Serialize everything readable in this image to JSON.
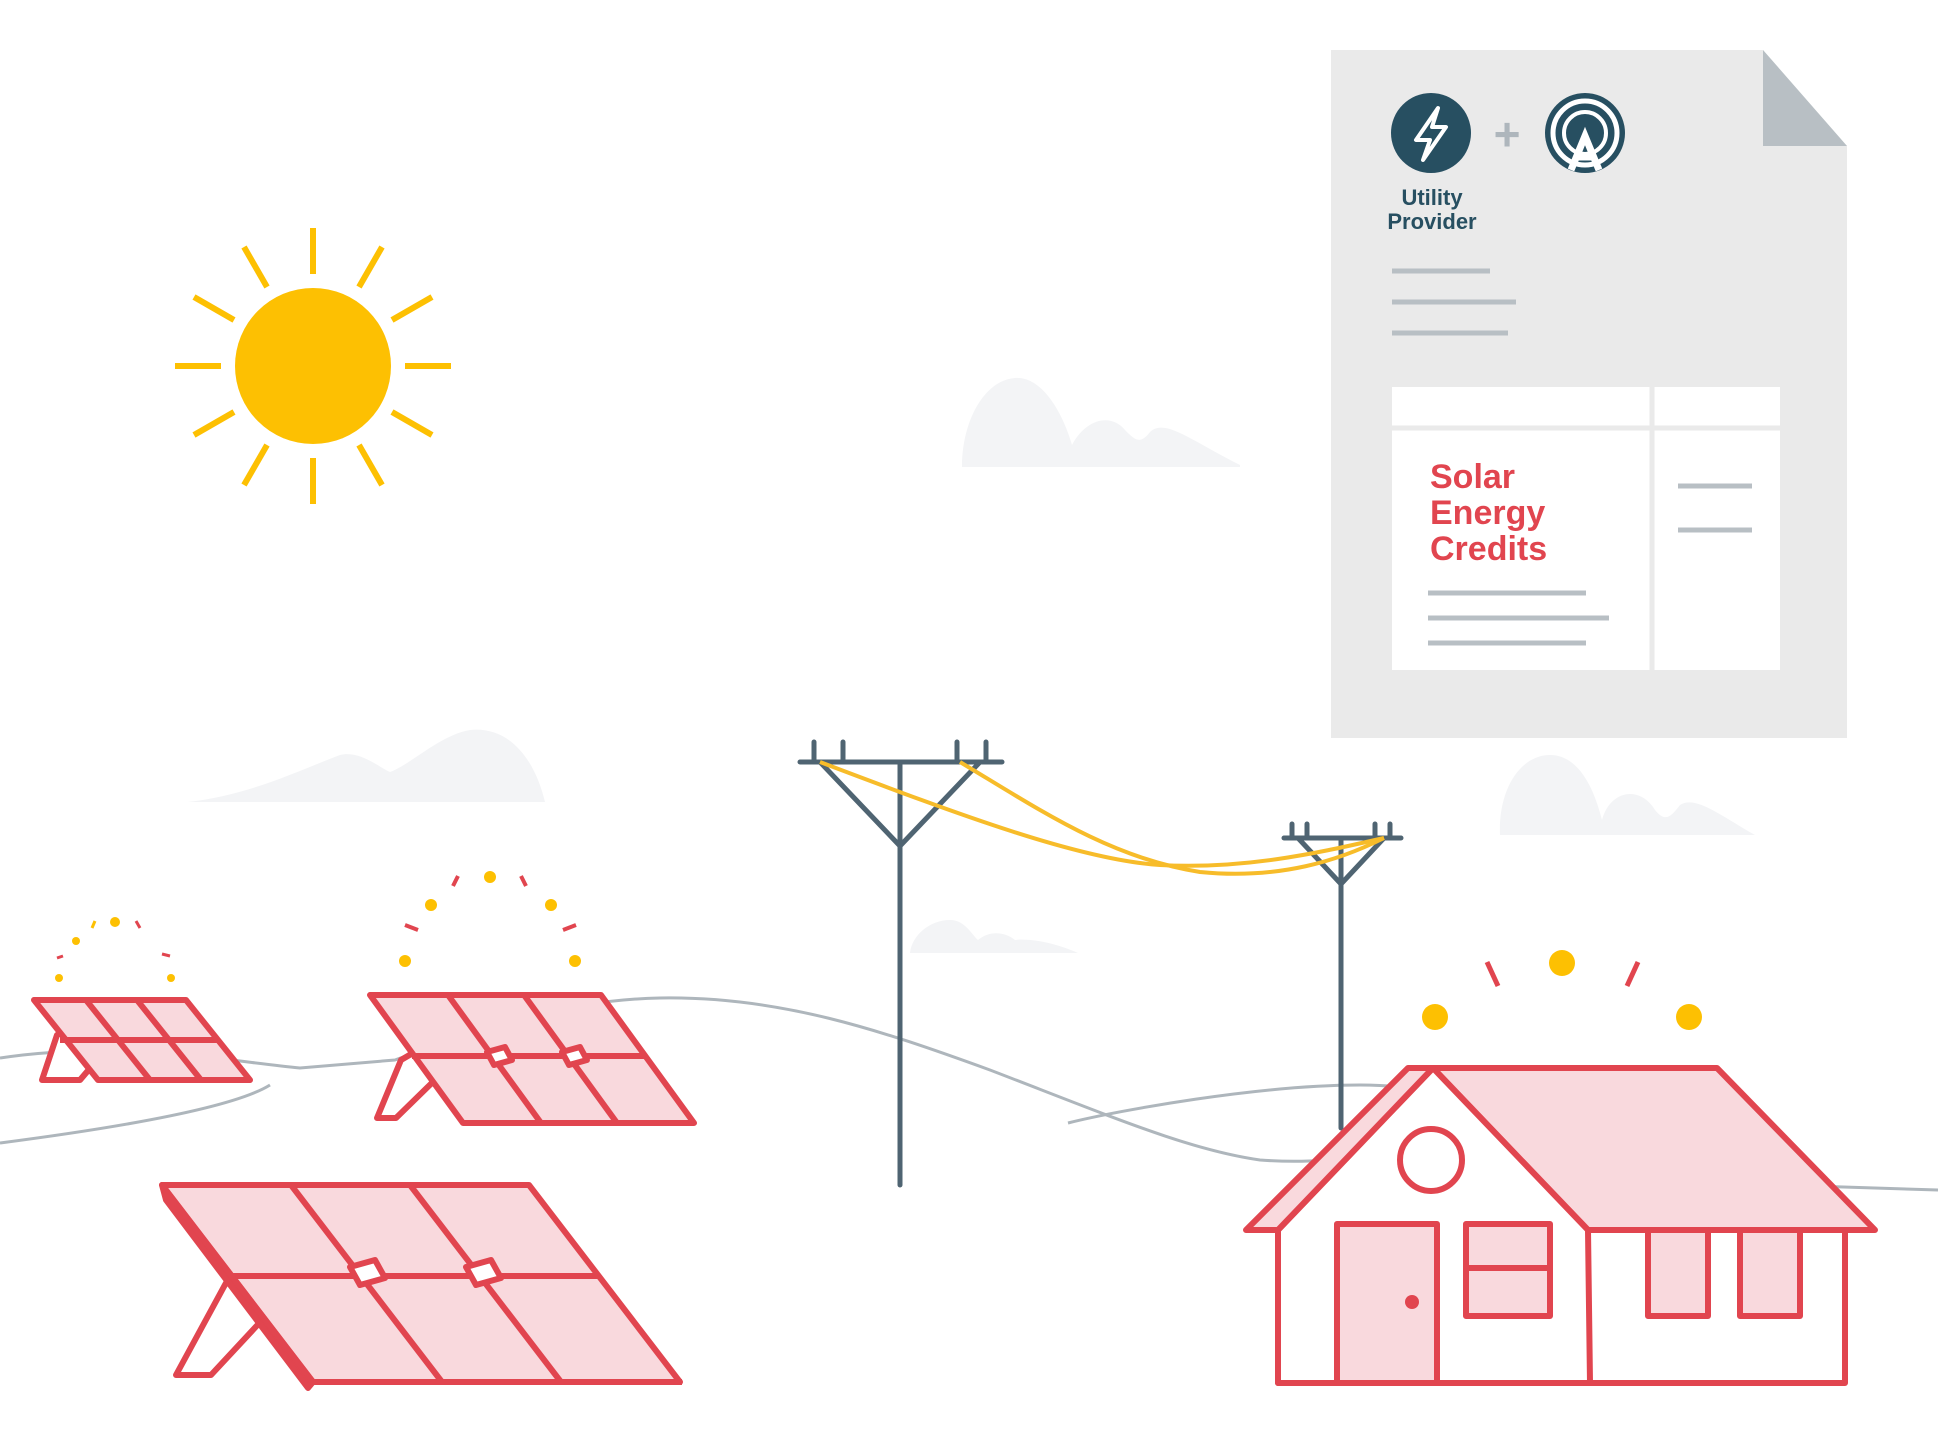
{
  "document": {
    "provider_label_line1": "Utility",
    "provider_label_line2": "Provider",
    "plus_symbol": "+",
    "credits_line1": "Solar",
    "credits_line2": "Energy",
    "credits_line3": "Credits"
  },
  "icons": {
    "utility": "lightning-bolt-icon",
    "partner": "aurora-logo-icon"
  },
  "colors": {
    "sun": "#FDC002",
    "panel_outline": "#E1454F",
    "panel_fill": "#F9D9DD",
    "pole": "#4F6472",
    "wire": "#F7BC2A",
    "document": "#EAEAEA",
    "utility_logo": "#274F61",
    "credits_text": "#E1454F"
  }
}
